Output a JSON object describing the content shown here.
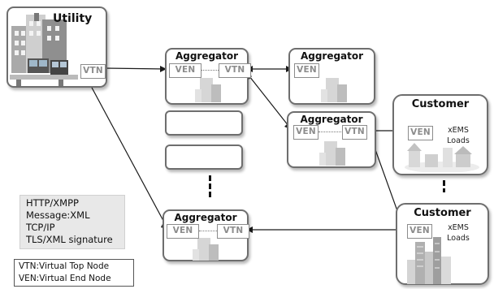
{
  "diagram": {
    "utility": {
      "title": "Utility",
      "vtn": "VTN"
    },
    "aggregators": [
      {
        "id": "agg-top",
        "title": "Aggregator",
        "ven": "VEN",
        "vtn": "VTN"
      },
      {
        "id": "agg-leaf-top",
        "title": "Aggregator",
        "ven": "VEN"
      },
      {
        "id": "agg-mid",
        "title": "Aggregator",
        "ven": "VEN",
        "vtn": "VTN"
      },
      {
        "id": "agg-bottom",
        "title": "Aggregator",
        "ven": "VEN",
        "vtn": "VTN"
      }
    ],
    "customers": [
      {
        "id": "cust-top",
        "title": "Customer",
        "ven": "VEN",
        "ems_line1": "xEMS",
        "ems_line2": "Loads"
      },
      {
        "id": "cust-bottom",
        "title": "Customer",
        "ven": "VEN",
        "ems_line1": "xEMS",
        "ems_line2": "Loads"
      }
    ],
    "protocols": [
      "HTTP/XMPP",
      "Message:XML",
      "TCP/IP",
      "TLS/XML signature"
    ],
    "legend": [
      "VTN:Virtual Top Node",
      "VEN:Virtual End Node"
    ],
    "colors": {
      "box_border": "#6e6e6e",
      "tag": "#8c8c8c",
      "line": "#1a1a1a",
      "protocol_bg": "#e8e8e8"
    }
  }
}
